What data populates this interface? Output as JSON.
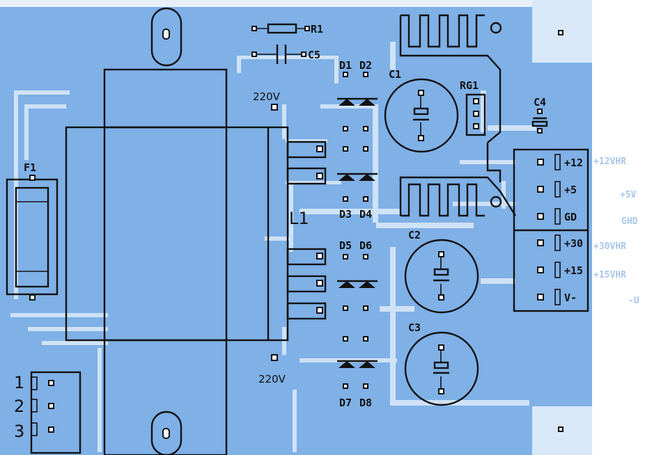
{
  "colors": {
    "board": "#7fb0e6",
    "trace": "#cfe2f6",
    "silkscreen": "#111111",
    "paper": "#ffffff"
  },
  "labels": {
    "r1": "R1",
    "c5": "C5",
    "d1": "D1",
    "d2": "D2",
    "d3": "D3",
    "d4": "D4",
    "d5": "D5",
    "d6": "D6",
    "d7": "D7",
    "d8": "D8",
    "c1": "C1",
    "c2": "C2",
    "c3": "C3",
    "c4": "C4",
    "rg1": "RG1",
    "f1": "F1",
    "l1": "L1",
    "v_top": "220V",
    "v_bottom": "220V"
  },
  "output_connector": [
    "+12",
    "+5",
    "GD",
    "+30",
    "+15",
    "V-"
  ],
  "input_connector": [
    "1",
    "2",
    "3"
  ],
  "mirrored_labels": [
    "+12VHR",
    "+5V",
    "GHD",
    "+30VHR",
    "+15VHR",
    "-U"
  ]
}
